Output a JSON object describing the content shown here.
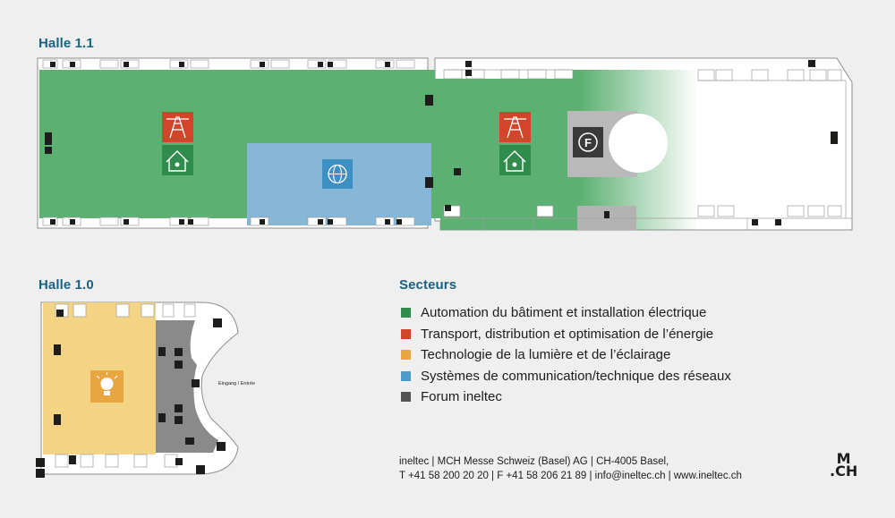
{
  "halls": {
    "hall_11_title": "Halle 1.1",
    "hall_10_title": "Halle 1.0"
  },
  "entrance_label": "Eingang / Entrée",
  "sectors": {
    "title": "Secteurs",
    "items": [
      {
        "label": "Automation du bâtiment et installation électrique",
        "color": "#2f8c4c"
      },
      {
        "label": "Transport, distribution et optimisation de l’énergie",
        "color": "#d2452b"
      },
      {
        "label": "Technologie de la lumière et de l’éclairage",
        "color": "#e9a640"
      },
      {
        "label": "Systèmes de communication/technique des réseaux",
        "color": "#4d9bc9"
      },
      {
        "label": "Forum ineltec",
        "color": "#555555"
      }
    ]
  },
  "contact": {
    "line1": "ineltec | MCH Messe Schweiz (Basel) AG | CH-4005 Basel,",
    "line2": "T +41 58 200 20 20 | F +41 58 206 21 89 | info@ineltec.ch | www.ineltec.ch"
  },
  "logo": {
    "line1": "M",
    "line2": ".CH"
  },
  "colors": {
    "green_area": "#5cb071",
    "blue_area": "#86b7d6",
    "yellow_area": "#f2d484",
    "gray_area": "#8a8a8a",
    "forum_area": "#b3b3b3"
  },
  "icons": {
    "energy": "power-pylon-icon",
    "automation": "house-plug-icon",
    "communication": "globe-network-icon",
    "lighting": "light-bulb-icon",
    "forum": "forum-f-icon"
  }
}
